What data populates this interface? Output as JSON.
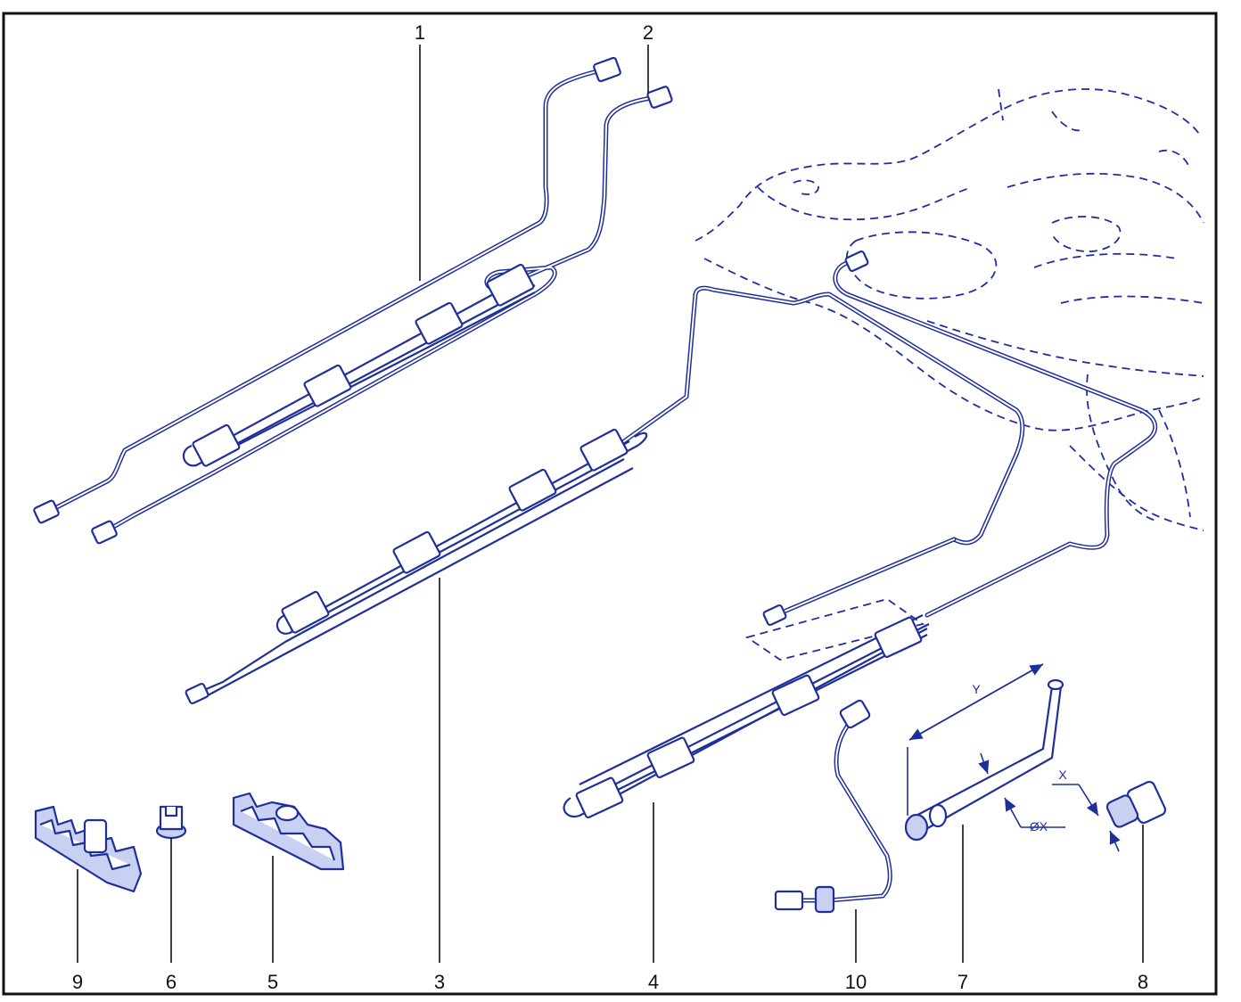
{
  "callouts": {
    "c1": "1",
    "c2": "2",
    "c3": "3",
    "c4": "4",
    "c5": "5",
    "c6": "6",
    "c7": "7",
    "c8": "8",
    "c9": "9",
    "c10": "10"
  },
  "dimensions": {
    "y": "Y",
    "x": "X",
    "dia_x": "ØX"
  },
  "colors": {
    "line_art": "#1f2f9a",
    "frame": "#111111",
    "background": "#ffffff"
  }
}
